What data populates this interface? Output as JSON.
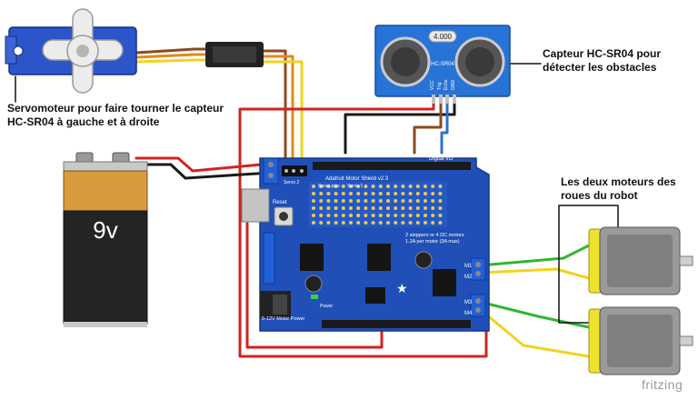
{
  "labels": {
    "servo": "Servomoteur pour faire tourner le capteur HC-SR04 à gauche et à droite",
    "sensor": "Capteur HC-SR04 pour détecter les obstacles",
    "motors": "Les deux moteurs des roues du robot"
  },
  "battery": {
    "voltage": "9v"
  },
  "sensor": {
    "display": "4.000",
    "model": "HC-SR04",
    "pins": [
      "VCC",
      "Trig",
      "Echo",
      "GND"
    ]
  },
  "shield": {
    "title": "Adafruit Motor Shield v2.3",
    "servo_pins": "Servo pins",
    "servo_labels": [
      "Servo 2",
      "Servo 1"
    ],
    "digital_label": "Digital I/O",
    "reset": "Reset",
    "power_label": "5-12V Motor Power",
    "stepper_note": "2 steppers or 4 DC motors 1.2A per motor (3A max)",
    "motor_labels": [
      "M1",
      "M2",
      "M3",
      "M4"
    ],
    "power_led": "Power"
  },
  "watermark": "fritzing",
  "colors": {
    "board": "#1f4fb7",
    "wire_red": "#d0231f",
    "wire_black": "#1a1a1a",
    "wire_brown": "#8c4a1e",
    "wire_orange": "#e38a16",
    "wire_yellow": "#f2d21d",
    "wire_blue": "#2d6fd0",
    "wire_green": "#33b534",
    "motor_yellow": "#efe22d",
    "sensor_board": "#2773d6"
  }
}
